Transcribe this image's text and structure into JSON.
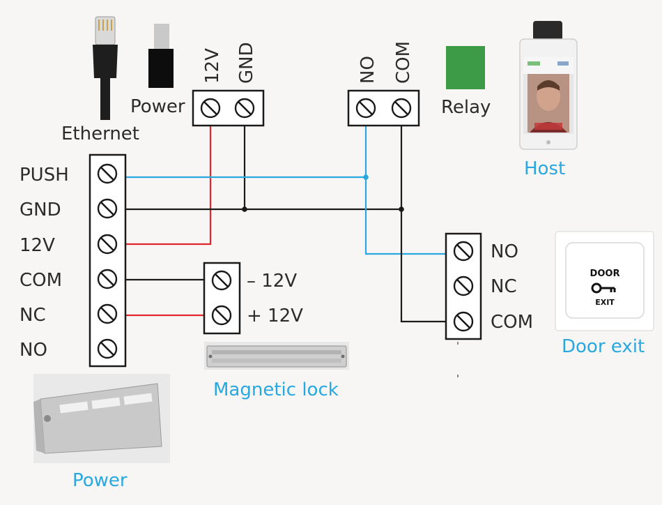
{
  "components": {
    "ethernet": "Ethernet",
    "power_plug": "Power",
    "relay": "Relay",
    "host": "Host",
    "door_exit": "Door exit",
    "magnetic_lock": "Magnetic lock",
    "power_supply": "Power"
  },
  "power_terminal": {
    "pin1": "12V",
    "pin2": "GND"
  },
  "relay_terminal": {
    "pin1": "NO",
    "pin2": "COM"
  },
  "controller_terminal": [
    "PUSH",
    "GND",
    "12V",
    "COM",
    "NC",
    "NO"
  ],
  "lock_terminal": {
    "minus": "– 12V",
    "plus": "+ 12V"
  },
  "exit_terminal": [
    "NO",
    "NC",
    "COM"
  ],
  "door_button": {
    "line1": "DOOR",
    "line2": "EXIT"
  },
  "colors": {
    "red_wire": "#e2262e",
    "blue_wire": "#29a8df",
    "black_wire": "#1a1a1a",
    "relay_green": "#3d9a47",
    "label_blue": "#29a8df"
  }
}
